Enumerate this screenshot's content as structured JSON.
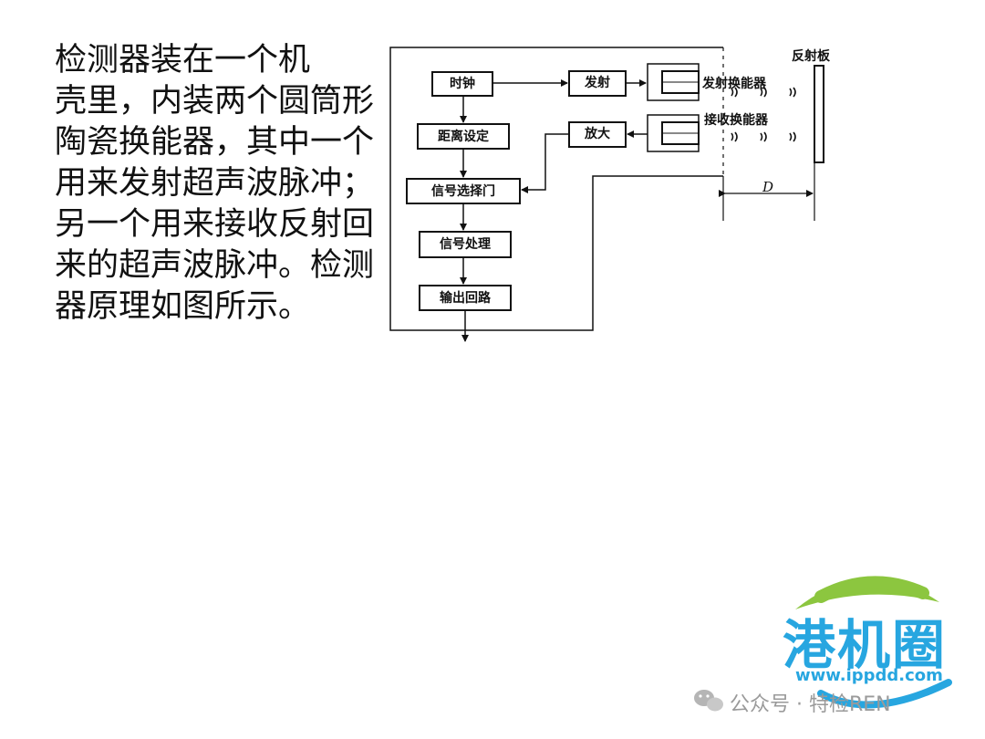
{
  "description": {
    "lines": [
      "检测器装在一个机",
      "壳里，内装两个圆筒形",
      "陶瓷换能器，其中一个",
      "用来发射超声波脉冲；",
      "另一个用来接收反射回",
      "来的超声波脉冲。检测",
      "器原理如图所示。"
    ]
  },
  "diagram": {
    "boxes": {
      "clock": "时钟",
      "distance_setting": "距离设定",
      "signal_gate": "信号选择门",
      "signal_processing": "信号处理",
      "output_circuit": "输出回路",
      "transmit": "发射",
      "amplify": "放大"
    },
    "labels": {
      "transmit_transducer": "发射换能器",
      "receive_transducer": "接收换能器",
      "reflector": "反射板",
      "distance": "D"
    }
  },
  "watermark": {
    "text": "公众号 · 特检REN",
    "logo_text": "港机圈",
    "logo_url": "www.ippdd.com"
  },
  "colors": {
    "logo_green": "#8cc63f",
    "logo_blue": "#27a6e0",
    "watermark_gray": "#9a9a9a"
  }
}
